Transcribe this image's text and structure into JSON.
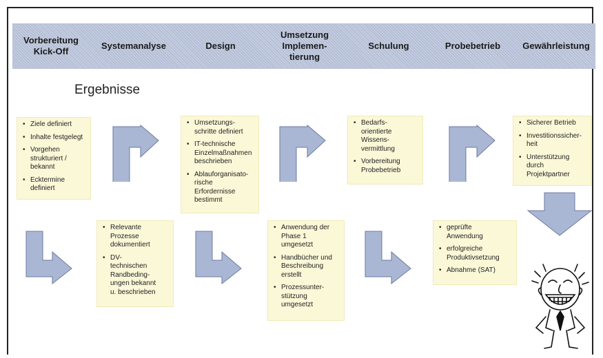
{
  "phases": [
    "Vorbereitung\nKick-Off",
    "Systemanalyse",
    "Design",
    "Umsetzung\nImplemen-\ntierung",
    "Schulung",
    "Probebetrieb",
    "Gewährleistung"
  ],
  "section_title": "Ergebnisse",
  "boxes": {
    "vorbereitung": [
      "Ziele definiert",
      "Inhalte festgelegt",
      "Vorgehen\nstrukturiert /\nbekannt",
      "Ecktermine\ndefiniert"
    ],
    "systemanalyse": [
      "Relevante\nProzesse\ndokumentiert",
      "DV-\ntechnischen\nRandbeding-\nungen bekannt\nu. beschrieben"
    ],
    "design": [
      "Umsetzungs-\nschritte definiert",
      "IT-technische\nEinzelmaßnahmen\nbeschrieben",
      "Ablauforganisato-\nrische\nErfordernisse\nbestimmt"
    ],
    "umsetzung": [
      "Anwendung der\nPhase 1\numgesetzt",
      "Handbücher und\nBeschreibung\nerstellt",
      "Prozessunter-\nstützung\numgesetzt"
    ],
    "schulung": [
      "Bedarfs-\norientierte\nWissens-\nvermittlung",
      "Vorbereitung\nProbebetrieb"
    ],
    "probebetrieb": [
      "geprüfte\nAnwendung",
      "erfolgreiche\nProduktivsetzung",
      "Abnahme (SAT)"
    ],
    "gewaehrleistung": [
      "Sicherer Betrieb",
      "Investitionssicher-\nheit",
      "Unterstützung\ndurch\nProjektpartner"
    ]
  },
  "colors": {
    "band": "#c0c8dc",
    "box": "#fbf8d8",
    "arrow": "#aab7d4",
    "arrow_stroke": "#6b7aa0"
  }
}
